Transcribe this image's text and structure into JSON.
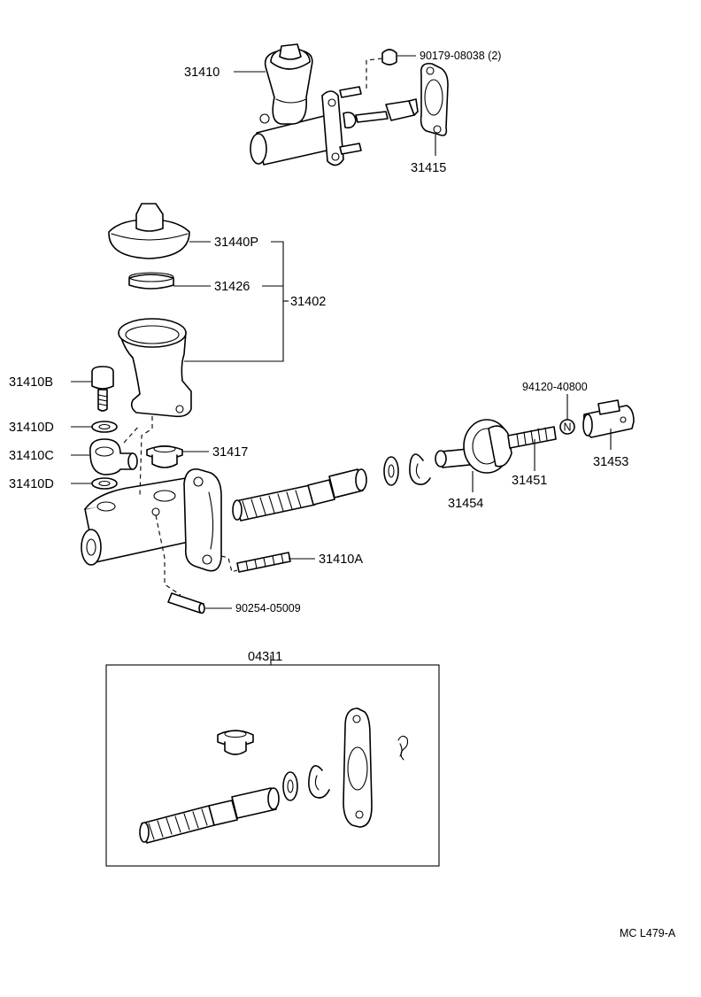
{
  "labels": {
    "p31410": "31410",
    "p90179": "90179-08038 (2)",
    "p31415": "31415",
    "p31440P": "31440P",
    "p31426": "31426",
    "p31402": "31402",
    "p31410B": "31410B",
    "p31410D_a": "31410D",
    "p31410C": "31410C",
    "p31410D_b": "31410D",
    "p31417": "31417",
    "p94120": "94120-40800",
    "n_mark": "N",
    "p31451": "31451",
    "p31453": "31453",
    "p31454": "31454",
    "p31410A": "31410A",
    "p90254": "90254-05009",
    "p04311": "04311",
    "figure_code": "MC L479-A"
  }
}
